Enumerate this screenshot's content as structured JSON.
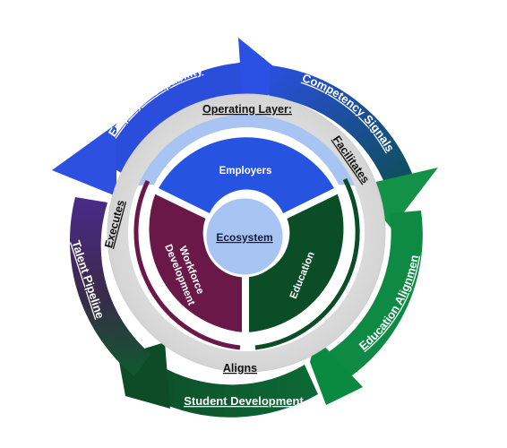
{
  "cycle": {
    "employer_capability": "Employer Capability",
    "competency_signals": "Competency Signals",
    "education_alignment": "Education Alignment",
    "student_development": "Student Development",
    "talent_pipeline": "Talent Pipeline"
  },
  "layer": {
    "operating_layer": "Operating Layer:",
    "facilitates": "Facilitates",
    "executes": "Executes",
    "aligns": "Aligns"
  },
  "segments": {
    "employers": "Employers",
    "education": "Education",
    "workforce_line1": "Workforce",
    "workforce_line2": "Development"
  },
  "core": {
    "ecosystem": "Ecosystem"
  },
  "colors": {
    "blue": "#2649d8",
    "dark_teal": "#0d4a55",
    "green": "#0f8a45",
    "dark_green": "#0e5a2c",
    "maroon": "#6e1a4a",
    "light_blue": "#a8c4f2",
    "grey_ring": "#e4e4e4"
  }
}
